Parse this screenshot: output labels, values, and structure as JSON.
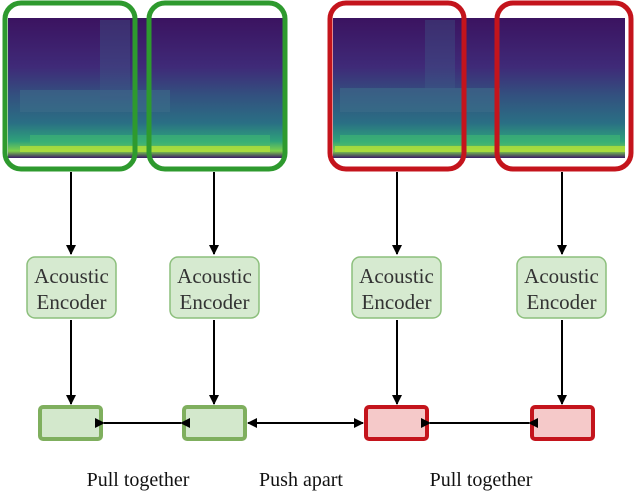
{
  "encoders": [
    {
      "line1": "Acoustic",
      "line2": "Encoder"
    },
    {
      "line1": "Acoustic",
      "line2": "Encoder"
    },
    {
      "line1": "Acoustic",
      "line2": "Encoder"
    },
    {
      "line1": "Acoustic",
      "line2": "Encoder"
    }
  ],
  "captions": {
    "left": "Pull together",
    "middle": "Push apart",
    "right": "Pull together"
  },
  "colors": {
    "positive_frame": "#2e9a2e",
    "negative_frame": "#c4141c",
    "encoder_fill": "#d6ead0",
    "encoder_stroke": "#8cbf7c",
    "pos_embed_fill": "#d3e8cc",
    "pos_embed_stroke": "#7faf5e",
    "neg_embed_fill": "#f5c9c9",
    "neg_embed_stroke": "#c4141c"
  },
  "icons": [
    "spectrogram-image",
    "arrow-down-icon",
    "double-arrow-icon"
  ]
}
